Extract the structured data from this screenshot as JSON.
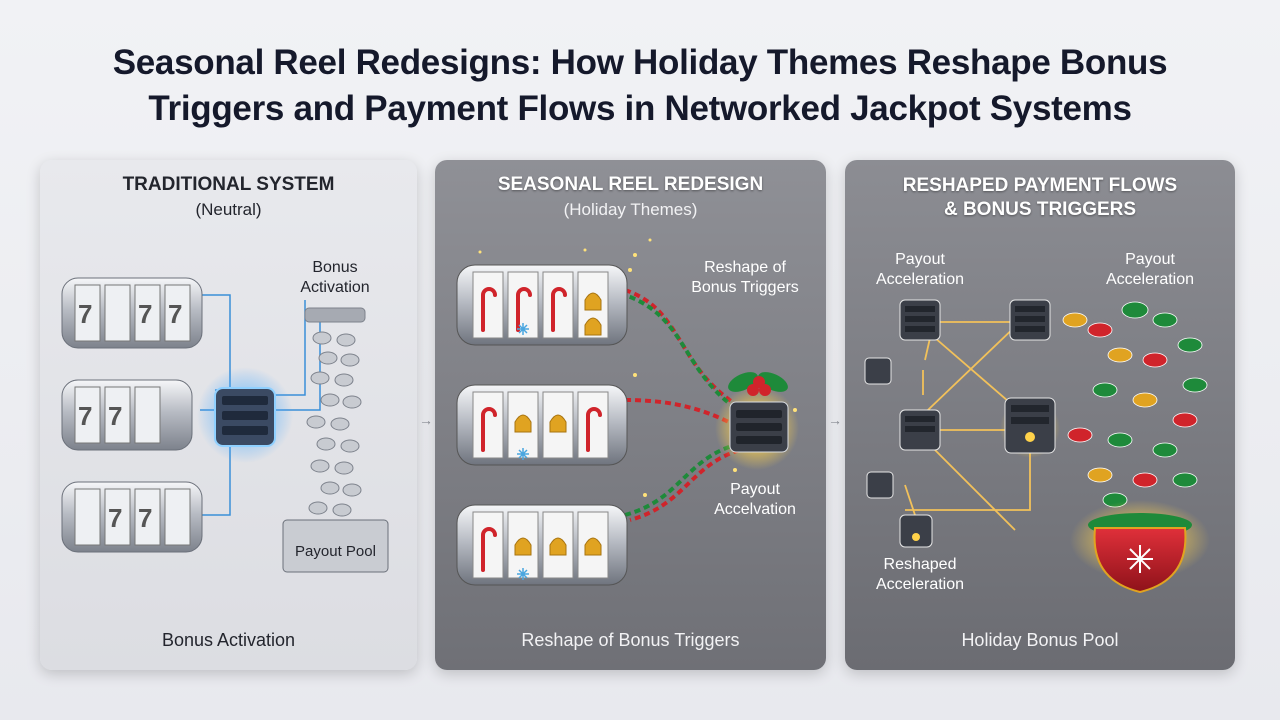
{
  "title": {
    "line1": "Seasonal Reel Redesigns: How Holiday Themes Reshape Bonus",
    "line2": "Triggers and Payment Flows in Networked Jackpot Systems"
  },
  "panels": [
    {
      "heading": [
        "TRADITIONAL SYSTEM"
      ],
      "subheading": "(Neutral)",
      "labels": {
        "bonus_activation": [
          "Bonus",
          "Activation"
        ],
        "payout_pool": "Payout Pool"
      },
      "footer": "Bonus Activation"
    },
    {
      "heading": [
        "SEASONAL REEL REDESIGN"
      ],
      "subheading": "(Holiday Themes)",
      "labels": {
        "reshape": [
          "Reshape of",
          "Bonus Triggers"
        ],
        "payout": [
          "Payout",
          "Accelvation"
        ]
      },
      "footer": "Reshape of Bonus Triggers"
    },
    {
      "heading": [
        "RESHAPED PAYMENT FLOWS",
        "& BONUS TRIGGERS"
      ],
      "labels": {
        "payout_left": [
          "Payout",
          "Acceleration"
        ],
        "payout_right": [
          "Payout",
          "Acceleration"
        ],
        "reshaped": [
          "Reshaped",
          "Acceleration"
        ]
      },
      "footer": "Holiday Bonus Pool"
    }
  ],
  "colors": {
    "hub_glow": "#3aa0ff",
    "spark": "#ffd24a",
    "holly_red": "#d0242b",
    "holly_green": "#1e8a3a",
    "gold": "#e0a321"
  },
  "icons": [
    "slot-reel-icon",
    "server-hub-icon",
    "coin-stack-icon",
    "holly-icon",
    "bell-icon",
    "candy-cane-icon",
    "snowflake-icon",
    "treasure-pot-icon"
  ]
}
